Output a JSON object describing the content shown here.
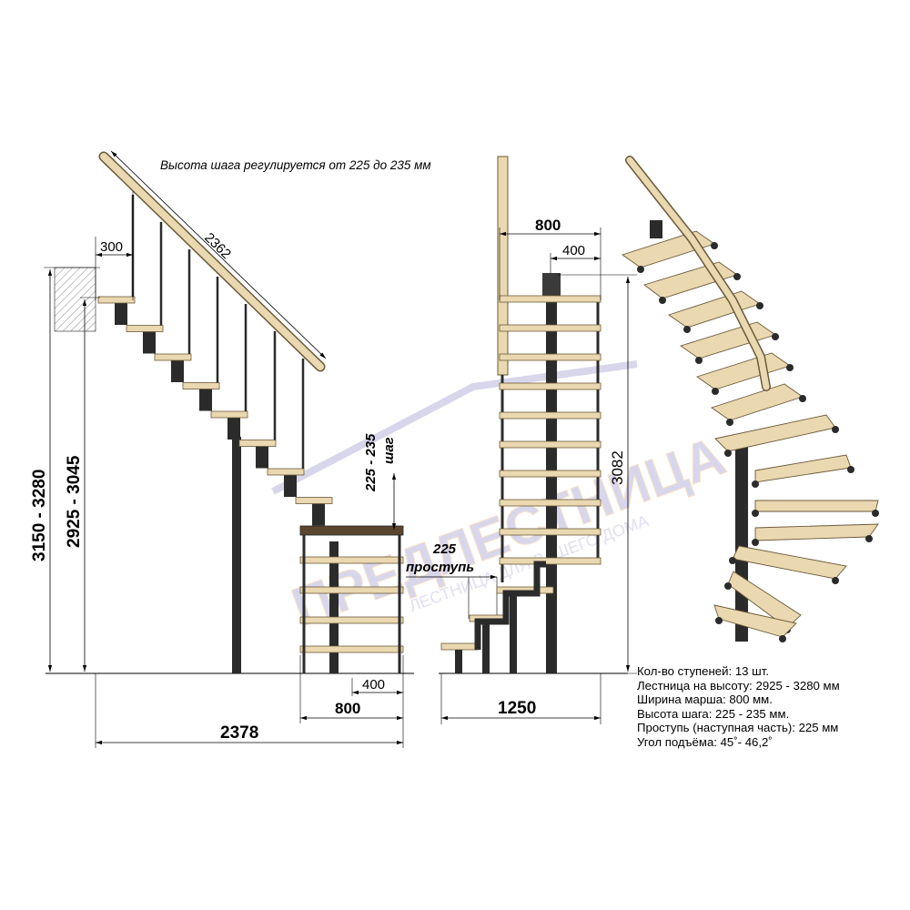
{
  "header_note": "Высота шага регулируется от 225 до 235 мм",
  "side_view": {
    "handrail_length": "2362",
    "top_offset": "300",
    "overall_height": "3150 - 3280",
    "floor_height": "2925 - 3045",
    "flight_width_bottom": "800",
    "half_width_bottom": "400",
    "total_length": "2378",
    "step_rise": "225 - 235",
    "step_rise_word": "шаг",
    "tread_depth": "225",
    "tread_word": "проступь"
  },
  "front_view": {
    "flight_width_top": "800",
    "half_width_top": "400",
    "height": "3082",
    "total_width": "1250"
  },
  "watermark": {
    "brand": "ПРЕДЛЕСТНИЦА",
    "tagline": "ЛЕСТНИЦА ДЛЯ ВАШЕГО ДОМА"
  },
  "specs": [
    "Кол-во ступеней: 13 шт.",
    "Лестница на высоту: 2925 - 3280 мм",
    "Ширина марша: 800 мм.",
    "Высота шага: 225 - 235 мм.",
    "Проступь (наступная часть): 225 мм",
    "Угол подъёма: 45˚- 46,2˚"
  ],
  "colors": {
    "wood": "#ead8b0",
    "wood_edge": "#6b5a3a",
    "metal": "#2b2b2b",
    "dimension": "#000000",
    "watermark_purple": "#b9b6dc",
    "watermark_orange": "#f5c9a0"
  }
}
